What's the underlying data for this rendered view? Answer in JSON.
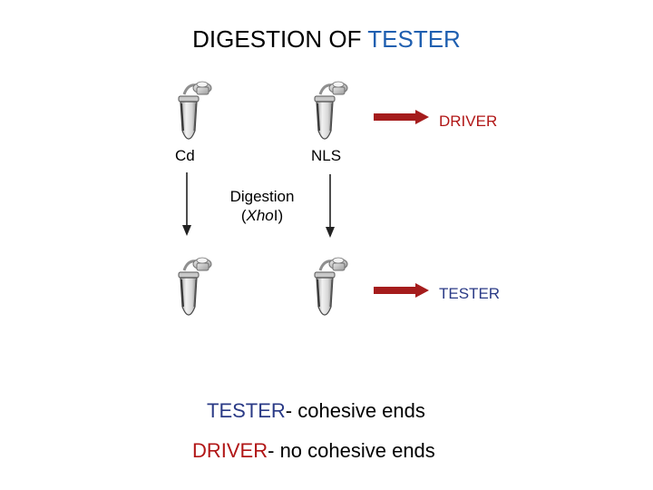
{
  "title": {
    "prefix": "DIGESTION OF ",
    "highlight": "TESTER"
  },
  "labels": {
    "cd": "Cd",
    "nls": "NLS",
    "driver_arrow": "DRIVER",
    "tester_arrow": "TESTER",
    "digestion_line1": "Digestion",
    "digestion_enzyme_open": "(",
    "digestion_enzyme_italic": "Xho",
    "digestion_enzyme_rest": "I)"
  },
  "legend": {
    "tester_term": "TESTER",
    "tester_desc": "- cohesive ends",
    "driver_term": "DRIVER",
    "driver_desc": "- no cohesive ends"
  },
  "colors": {
    "title_blue": "#1f5fb0",
    "arrow_red": "#a51c1c",
    "driver_red": "#b11616",
    "tester_navy": "#2a3a86"
  }
}
